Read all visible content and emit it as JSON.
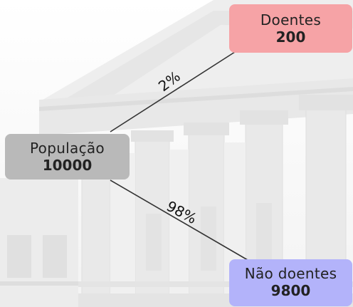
{
  "diagram": {
    "root": {
      "name": "População",
      "value": "10000",
      "color": "#b9b9b9"
    },
    "branches": [
      {
        "name": "Doentes",
        "value": "200",
        "label": "2%",
        "color": "#f6a3a6"
      },
      {
        "name": "Não doentes",
        "value": "9800",
        "label": "98%",
        "color": "#b3b3fa"
      }
    ]
  }
}
